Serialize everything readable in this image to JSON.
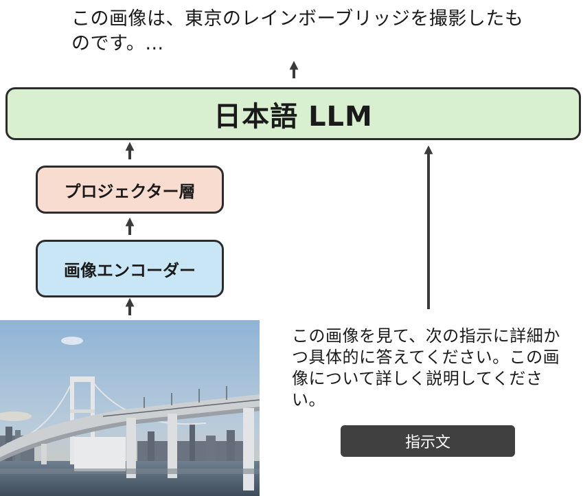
{
  "output_text": "この画像は、東京のレインボーブリッジを撮影したものです。…",
  "llm_label": "日本語 LLM",
  "projector_label": "プロジェクター層",
  "encoder_label": "画像エンコーダー",
  "instruction_text": "この画像を見て、次の指示に詳細かつ具体的に答えてください。この画像について詳しく説明してください。",
  "instruction_tag": "指示文",
  "colors": {
    "llm_box": "#d8f0cf",
    "projector_box": "#f8dccf",
    "encoder_box": "#c9e6f7",
    "border": "#2b2b2b",
    "arrow": "#3a3a3a",
    "tag_bg": "#404040"
  }
}
